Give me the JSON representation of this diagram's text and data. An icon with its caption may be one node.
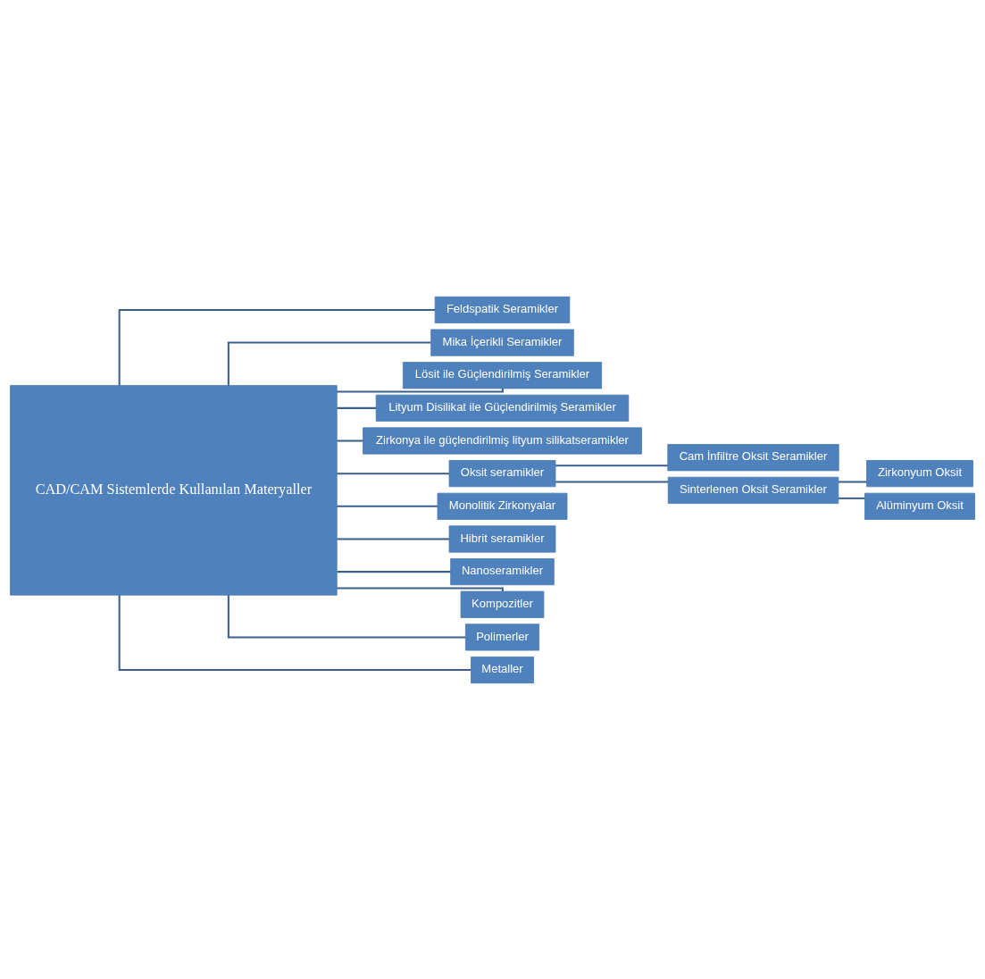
{
  "diagram": {
    "nodes": [
      {
        "text": [
          "CAD/CAM Sistemlerde Kullanılan Materyaller"
        ]
      },
      {
        "text": [
          "Feldspatik Seramikler"
        ]
      },
      {
        "text": [
          "Mika İçerikli Seramikler"
        ]
      },
      {
        "text": [
          "Lösit ile Güçlendirilmiş Seramikler"
        ]
      },
      {
        "text": [
          "Lityum Disilikat ile Güçlendirilmiş Seramikler"
        ]
      },
      {
        "text": [
          "Zirkonya ile güçlendirilmiş lityum silikatseramikler"
        ]
      },
      {
        "text": [
          "Oksit seramikler"
        ]
      },
      {
        "text": [
          "Cam İnfiltre Oksit Seramikler"
        ]
      },
      {
        "text": [
          "Sinterlenen Oksit Seramikler"
        ]
      },
      {
        "text": [
          "Zirkonyum Oksit"
        ]
      },
      {
        "text": [
          "Alüminyum Oksit"
        ]
      },
      {
        "text": [
          "Monolitik Zirkonyalar"
        ]
      },
      {
        "text": [
          "Hibrit seramikler"
        ]
      },
      {
        "text": [
          "Nanoseramikler"
        ]
      },
      {
        "text": [
          "Kompozitler"
        ]
      },
      {
        "text": [
          "Polimerler"
        ]
      },
      {
        "text": [
          "Metaller"
        ]
      }
    ],
    "edges": [
      {
        "from": 0,
        "to": 1,
        "arrow": "none"
      },
      {
        "from": 0,
        "to": 2,
        "arrow": "none"
      },
      {
        "from": 0,
        "to": 3,
        "arrow": "none"
      },
      {
        "from": 0,
        "to": 4,
        "arrow": "none"
      },
      {
        "from": 0,
        "to": 5,
        "arrow": "none"
      },
      {
        "from": 0,
        "to": 6,
        "arrow": "none"
      },
      {
        "from": 6,
        "to": 7,
        "arrow": "none"
      },
      {
        "from": 6,
        "to": 8,
        "arrow": "none"
      },
      {
        "from": 8,
        "to": 9,
        "arrow": "none"
      },
      {
        "from": 8,
        "to": 10,
        "arrow": "none"
      },
      {
        "from": 0,
        "to": 11,
        "arrow": "none"
      },
      {
        "from": 0,
        "to": 12,
        "arrow": "none"
      },
      {
        "from": 0,
        "to": 13,
        "arrow": "none"
      },
      {
        "from": 0,
        "to": 14,
        "arrow": "none"
      },
      {
        "from": 0,
        "to": 15,
        "arrow": "none"
      },
      {
        "from": 0,
        "to": 16,
        "arrow": "none"
      }
    ]
  }
}
